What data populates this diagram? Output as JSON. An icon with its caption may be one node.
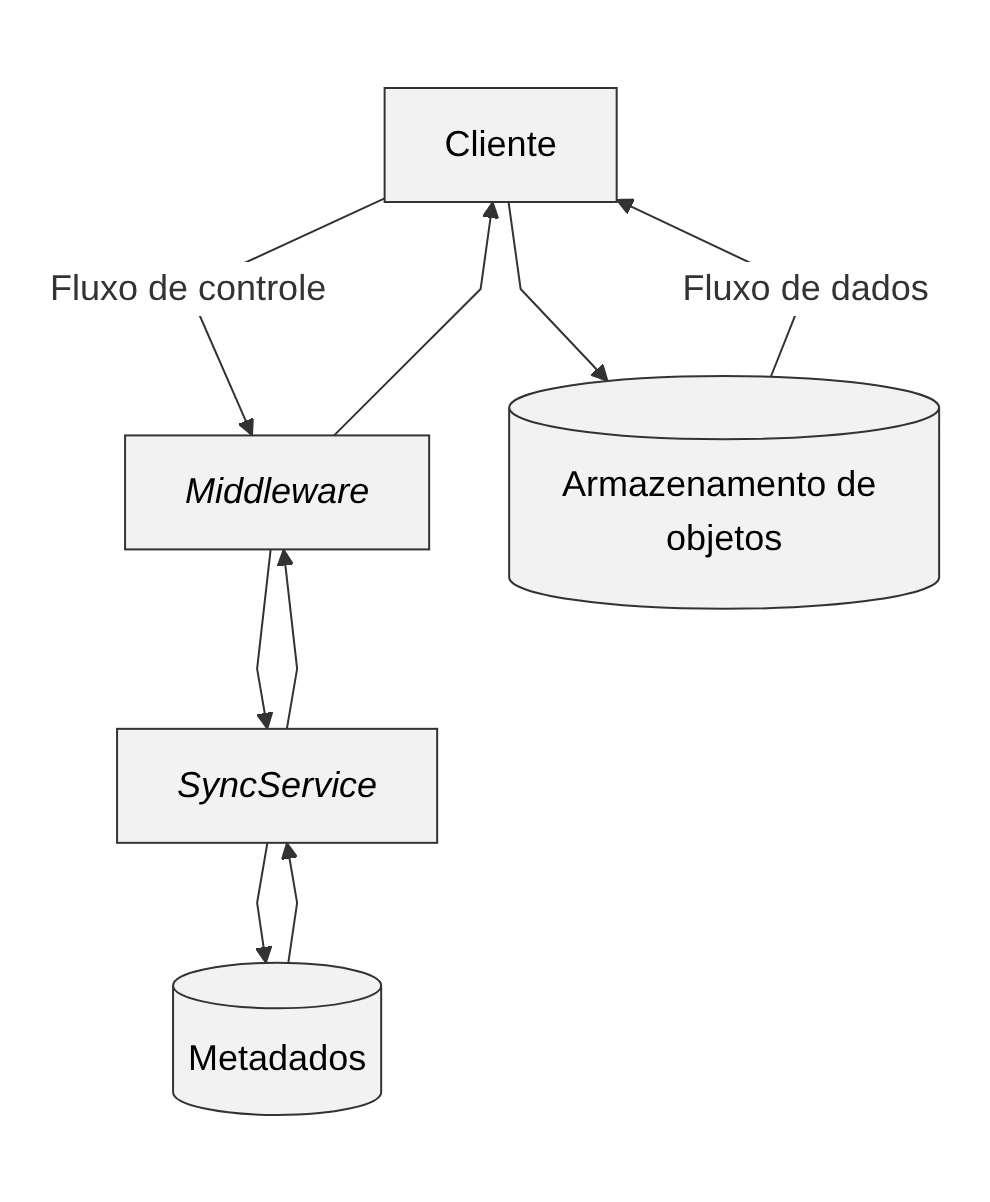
{
  "diagram": {
    "nodes": [
      {
        "text": [
          "Cliente"
        ]
      },
      {
        "text": [
          "Middleware"
        ]
      },
      {
        "text": [
          "SyncService"
        ]
      },
      {
        "text": [
          "Metadados"
        ]
      },
      {
        "text": [
          "Armazenamento de objetos"
        ]
      }
    ],
    "edges": [
      {
        "from": 0,
        "to": 1,
        "arrow": "to",
        "label": "Fluxo de controle"
      },
      {
        "from": 1,
        "to": 0,
        "arrow": "to"
      },
      {
        "from": 1,
        "to": 2,
        "arrow": "to"
      },
      {
        "from": 2,
        "to": 1,
        "arrow": "to"
      },
      {
        "from": 2,
        "to": 3,
        "arrow": "to"
      },
      {
        "from": 3,
        "to": 2,
        "arrow": "to"
      },
      {
        "from": 0,
        "to": 4,
        "arrow": "to"
      },
      {
        "from": 4,
        "to": 0,
        "arrow": "to",
        "label": "Fluxo de dados"
      }
    ]
  }
}
